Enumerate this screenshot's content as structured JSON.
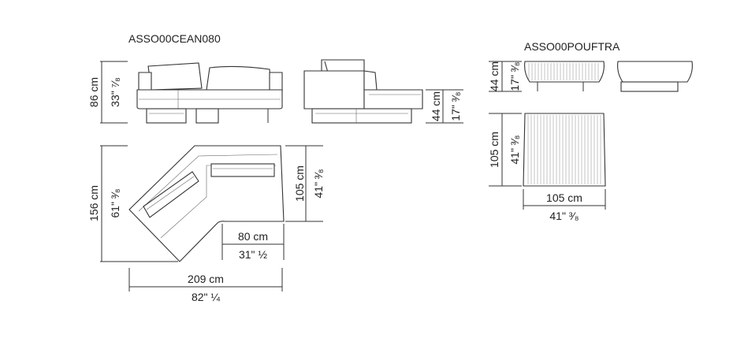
{
  "products": {
    "sofa": {
      "code": "ASSO00CEAN080",
      "height_cm": "86 cm",
      "height_in": "33\" ⁷⁄₈",
      "seat_height_cm": "44 cm",
      "seat_height_in": "17\" ³⁄₈",
      "depth_cm": "156 cm",
      "depth_in": "61\" ³⁄₈",
      "section_depth_cm": "105 cm",
      "section_depth_in": "41\" ³⁄₈",
      "seat_width_cm": "80 cm",
      "seat_width_in": "31\" ½",
      "width_cm": "209 cm",
      "width_in": "82\" ¼"
    },
    "pouf": {
      "code": "ASSO00POUFTRA",
      "height_cm": "44 cm",
      "height_in": "17\" ³⁄₈",
      "depth_cm": "105 cm",
      "depth_in": "41\" ³⁄₈",
      "width_cm": "105 cm",
      "width_in": "41\" ³⁄₈"
    }
  },
  "colors": {
    "line": "#333333",
    "background": "#ffffff"
  }
}
